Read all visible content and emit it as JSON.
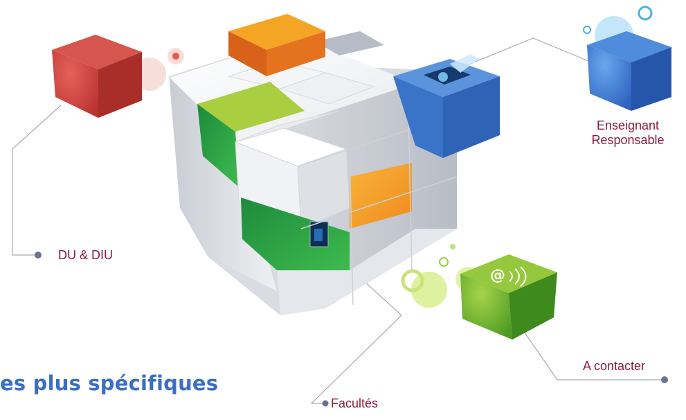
{
  "labels": {
    "du_diu": "DU & DIU",
    "enseignant_line1": "Enseignant",
    "enseignant_line2": "Responsable",
    "a_contacter": "A contacter",
    "facultes": "Facultés"
  },
  "heading": {
    "text": "es plus spécifiques"
  },
  "icons": {
    "red_cube": "red-cube-icon",
    "blue_cube": "blue-cube-icon",
    "green_cube": "green-email-cube-icon",
    "main_cube": "rubik-cube-icon"
  },
  "colors": {
    "label_text": "#8a1c3a",
    "heading_text": "#3a6fc4",
    "connector": "#9aa0ae",
    "dot": "#6c7294"
  }
}
